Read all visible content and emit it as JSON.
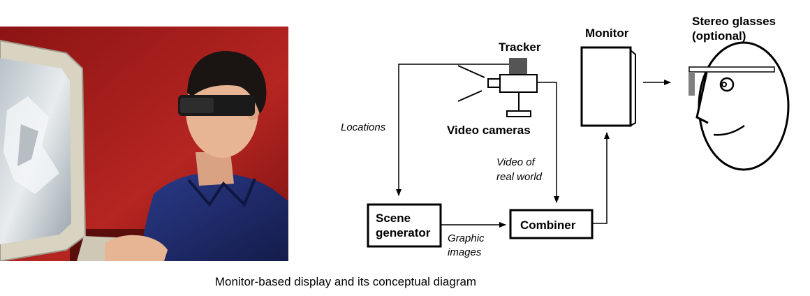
{
  "diagram": {
    "tracker": "Tracker",
    "video_cameras": "Video cameras",
    "monitor": "Monitor",
    "stereo_glasses_line1": "Stereo glasses",
    "stereo_glasses_line2": "(optional)",
    "locations": "Locations",
    "video_of_real_world_line1": "Video of",
    "video_of_real_world_line2": "real world",
    "scene_generator_line1": "Scene",
    "scene_generator_line2": "generator",
    "combiner": "Combiner",
    "graphic_images_line1": "Graphic",
    "graphic_images_line2": "images"
  },
  "caption": "Monitor-based display and its conceptual diagram",
  "colors": {
    "photo_background": "#a81e1c",
    "shirt": "#1f2a6b",
    "skin": "#e8b594",
    "monitor_beige": "#d9d3c2"
  }
}
